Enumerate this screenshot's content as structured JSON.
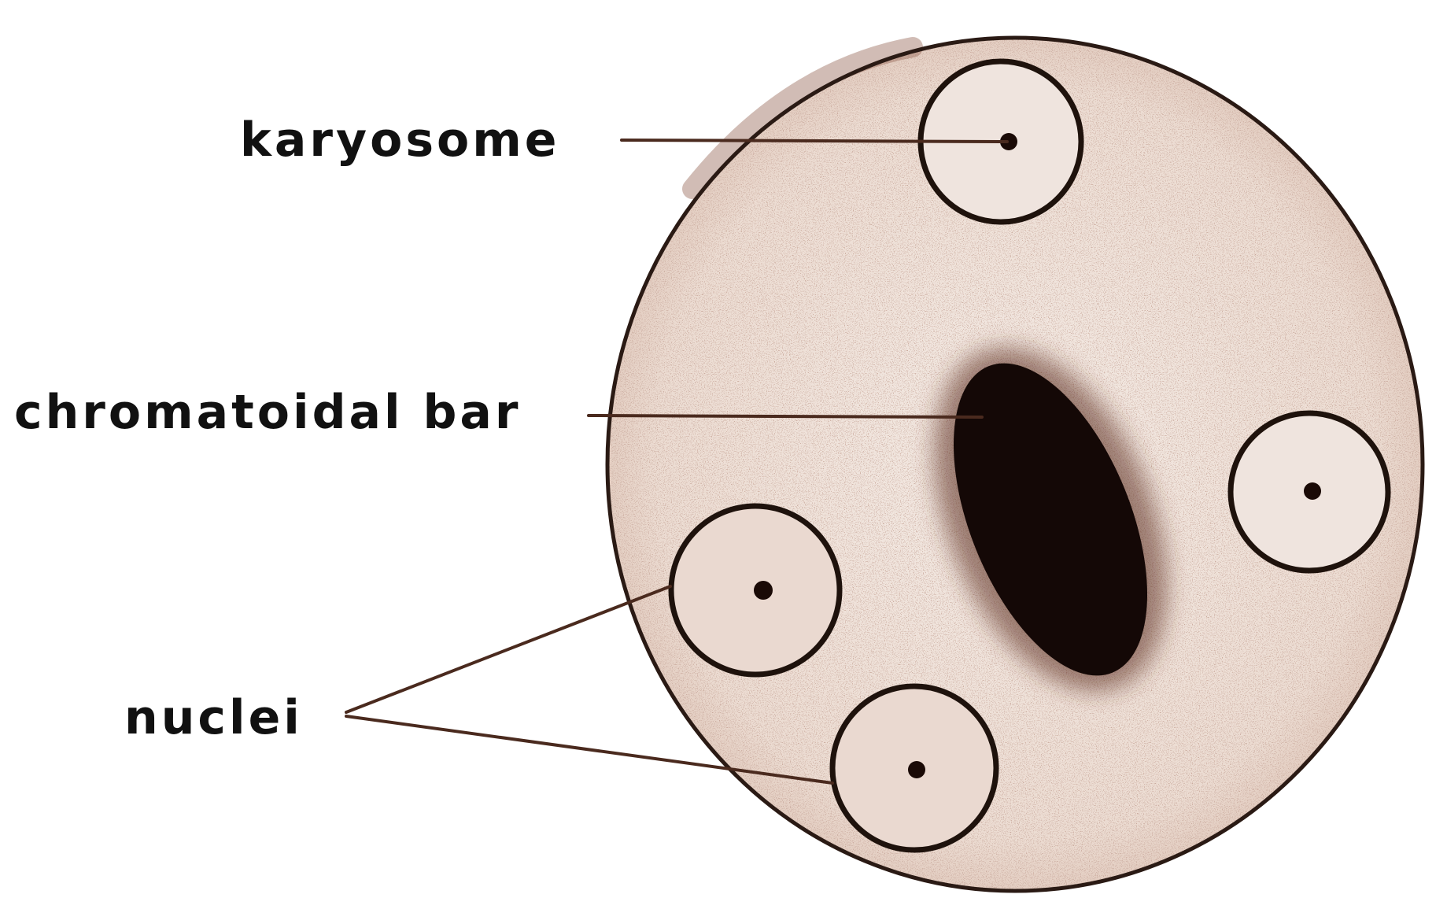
{
  "labels": {
    "karyosome": "karyosome",
    "chromatoidal_bar": "chromatoidal bar",
    "nuclei": "nuclei"
  },
  "colors": {
    "cell_fill": "#efe1d8",
    "cell_speckle": "#9a6a5c",
    "outline": "#2a1a14",
    "leader_line": "#4a2a1e",
    "chromatoidal_bar": "#140806",
    "karyosome": "#1a0a06",
    "label_text": "#111111"
  }
}
